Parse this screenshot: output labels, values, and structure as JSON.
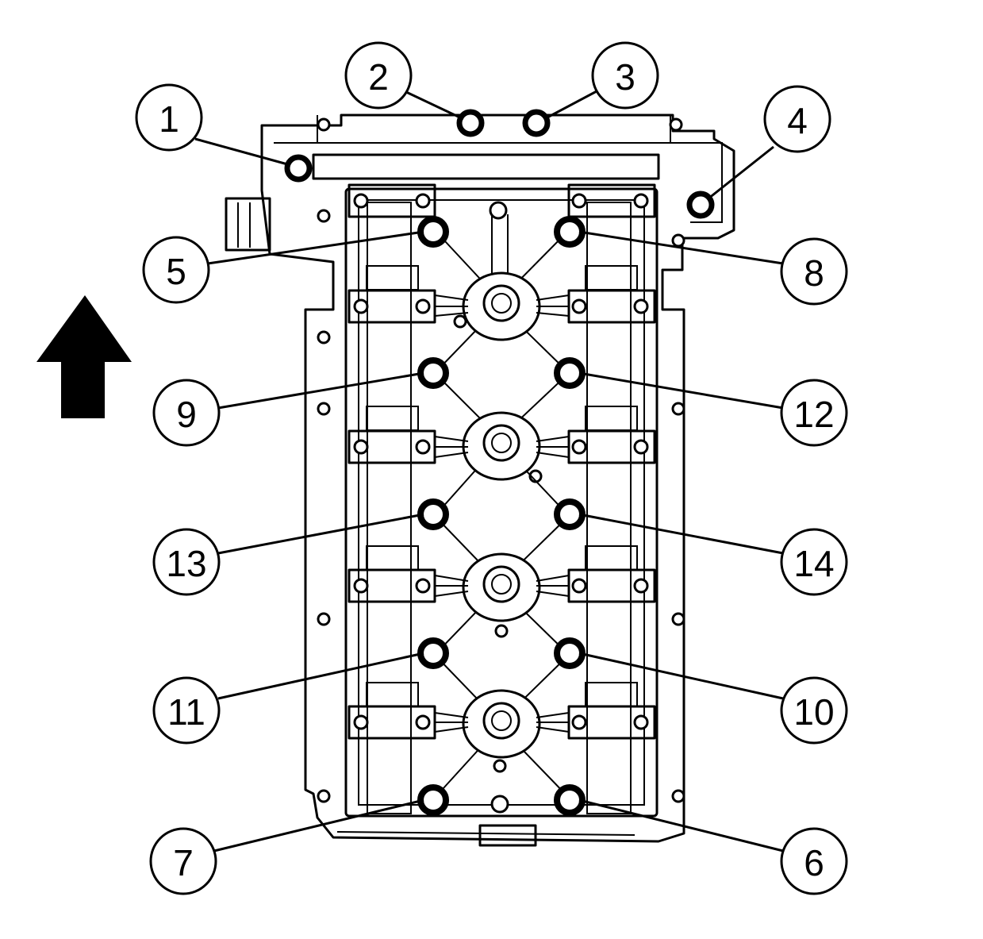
{
  "callouts": [
    {
      "id": "1",
      "label": "1"
    },
    {
      "id": "2",
      "label": "2"
    },
    {
      "id": "3",
      "label": "3"
    },
    {
      "id": "4",
      "label": "4"
    },
    {
      "id": "5",
      "label": "5"
    },
    {
      "id": "6",
      "label": "6"
    },
    {
      "id": "7",
      "label": "7"
    },
    {
      "id": "8",
      "label": "8"
    },
    {
      "id": "9",
      "label": "9"
    },
    {
      "id": "10",
      "label": "10"
    },
    {
      "id": "11",
      "label": "11"
    },
    {
      "id": "12",
      "label": "12"
    },
    {
      "id": "13",
      "label": "13"
    },
    {
      "id": "14",
      "label": "14"
    }
  ],
  "orientation_arrow": "arrow-up-icon",
  "colors": {
    "ink": "#000000",
    "paper": "#ffffff"
  }
}
